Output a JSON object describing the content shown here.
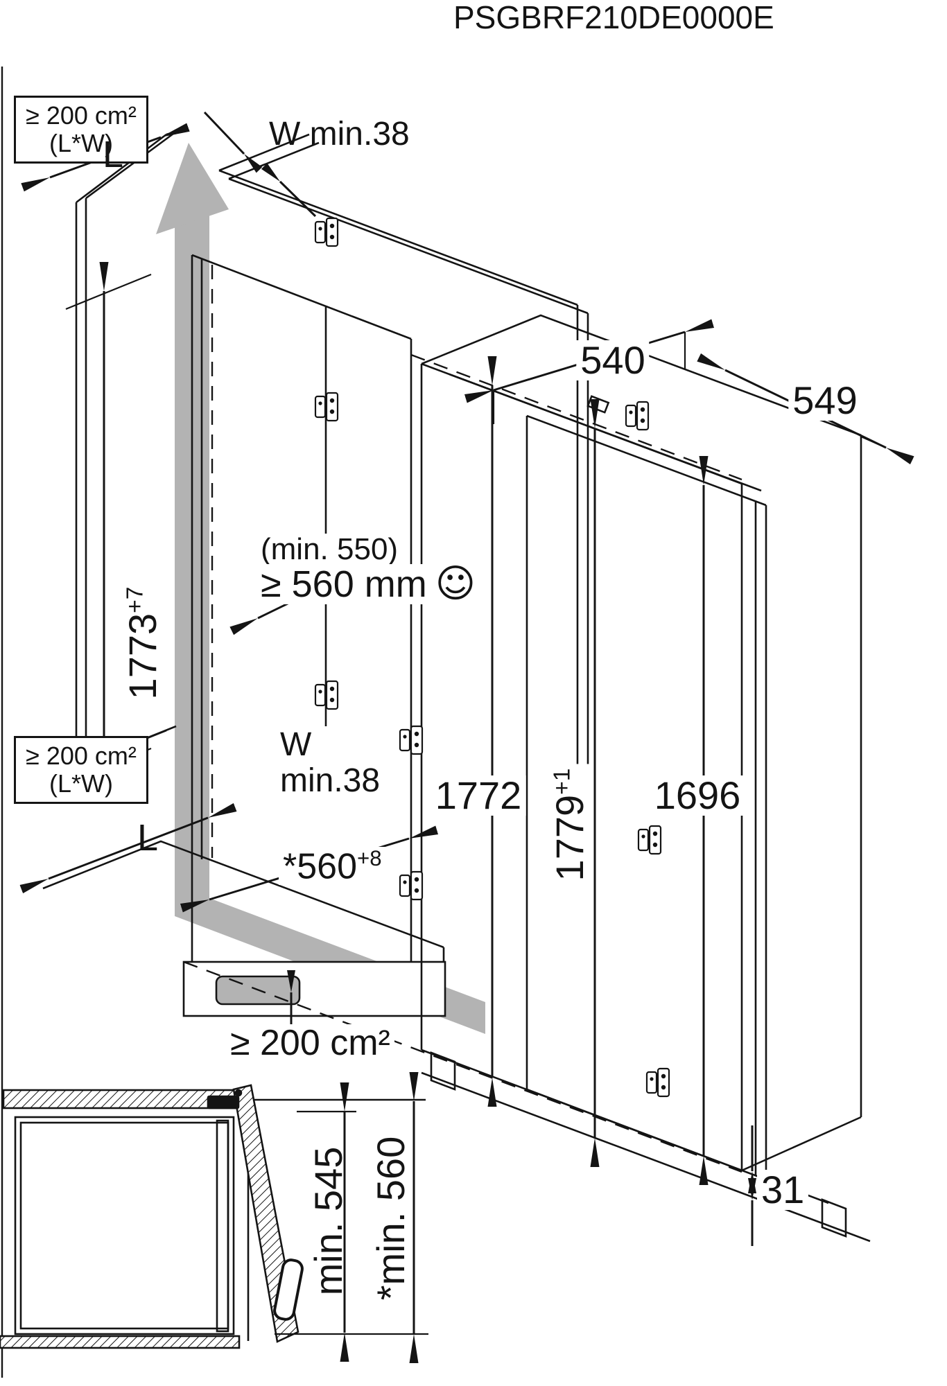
{
  "title": "PSGBRF210DE0000E",
  "vent_labels": {
    "top_box": {
      "area": "≥ 200 cm²",
      "formula": "(L*W)"
    },
    "mid_box": {
      "area": "≥ 200 cm²",
      "formula": "(L*W)"
    },
    "bottom_area": "≥ 200 cm²",
    "length_top": "L",
    "length_bottom": "L",
    "wall_gap_top": "W min.38",
    "wall_gap_mid": {
      "line1": "W",
      "line2": "min.38"
    }
  },
  "niche_note": {
    "line1": "(min. 550)",
    "line2": "≥ 560 mm",
    "smiley": "☺"
  },
  "dimensions": {
    "cabinet_depth": "540",
    "appliance_depth": "549",
    "niche_height": {
      "value": "1773",
      "tolerance": "+7"
    },
    "niche_inner_height": "1772",
    "appliance_height": {
      "value": "1779",
      "tolerance": "+1"
    },
    "door_height": "1696",
    "recess_depth": {
      "value": "*560",
      "tolerance": "+8"
    },
    "door_floor_gap": "31",
    "plan_depth": "min. 545",
    "plan_depth_star": "*min. 560"
  }
}
